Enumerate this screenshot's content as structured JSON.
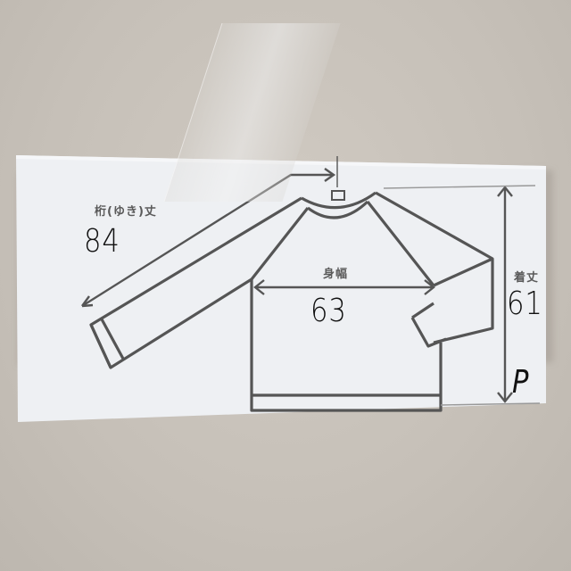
{
  "scene": {
    "description": "Photo of a paper measurement label with a raglan-sleeve sweater diagram taped to a wall",
    "colors": {
      "wall": "#c9c3bb",
      "paper": "#eef0f3",
      "line": "#555555",
      "handwriting": "#111111",
      "label_text": "#5a5a5a"
    }
  },
  "diagram": {
    "garment": "raglan-sleeve sweater",
    "measurements": [
      {
        "key": "sleeve_length",
        "label": "桁(ゆき)丈",
        "value": "84"
      },
      {
        "key": "body_width",
        "label": "身幅",
        "value": "63"
      },
      {
        "key": "total_length",
        "label": "着丈",
        "value": "61"
      }
    ],
    "extra_mark": "P"
  }
}
